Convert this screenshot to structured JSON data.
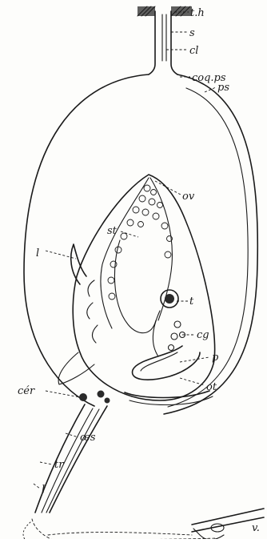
{
  "figure": {
    "labels": {
      "th": "t.h",
      "s": "s",
      "cl": "cl",
      "coq_ps": "coq.ps",
      "ps": "ps",
      "ov": "ov",
      "st": "st",
      "l_upper": "l",
      "t": "t",
      "cg": "cg",
      "cer": "cér",
      "p": "p",
      "ot": "ot",
      "oes": "œs",
      "tr": "tr",
      "l_lower": "l",
      "v": "v."
    }
  }
}
